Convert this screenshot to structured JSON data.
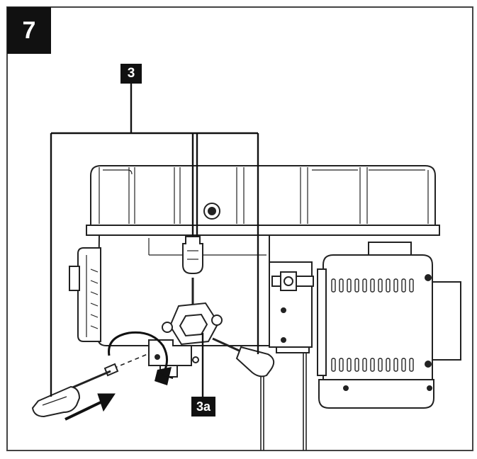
{
  "figure": {
    "step_number": "7",
    "callouts": [
      {
        "id": "3",
        "label": "3"
      },
      {
        "id": "3a",
        "label": "3a"
      }
    ],
    "colors": {
      "ink": "#111111",
      "paper": "#ffffff",
      "frame": "#444444"
    }
  }
}
